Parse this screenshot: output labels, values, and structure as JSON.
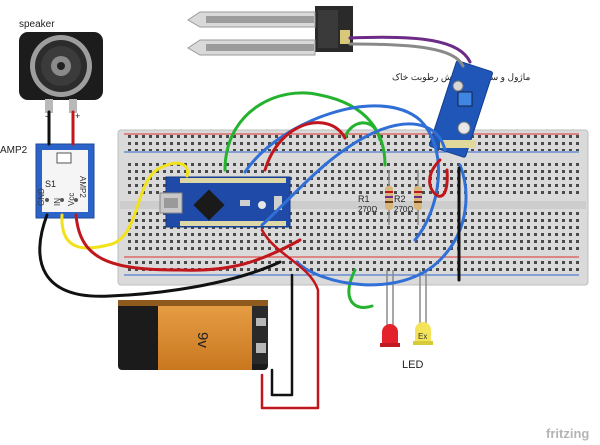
{
  "labels": {
    "speaker": "speaker",
    "amp_module": "AMP2",
    "amp_board_name": "S1",
    "amp_board_side": "AMP2",
    "amp_pin_gnd": "GND",
    "amp_pin_in": "IN",
    "amp_pin_vcc": "Vcc",
    "speaker_minus": "-",
    "speaker_plus": "+",
    "sensor_caption": "ماژول و سنسور سنجش رطوبت خاک",
    "battery_voltage": "9v",
    "r1_name": "R1",
    "r1_value": "270Ω",
    "r2_name": "R2",
    "r2_value": "270Ω",
    "led": "LED",
    "led_yellow_mark": "Ex",
    "brand": "fritzing"
  },
  "colors": {
    "breadboard": "#d9d9d9",
    "breadboard_hole": "#4a4a4a",
    "arduino_board": "#1f4aa8",
    "sensor_board": "#1f56b8",
    "wire_red": "#c0161c",
    "wire_black": "#111111",
    "wire_yellow": "#f1e21b",
    "wire_blue": "#2f6fd6",
    "wire_green": "#25b32f",
    "wire_purple": "#6b2b86",
    "led_red": "#e3222b",
    "led_yellow": "#f4e45a",
    "battery_orange": "#d9862c",
    "battery_black": "#1b1b1b"
  },
  "icons": {
    "speaker": "speaker-icon",
    "sensor_probe": "soil-moisture-probe-icon",
    "battery": "battery-9v-icon"
  }
}
